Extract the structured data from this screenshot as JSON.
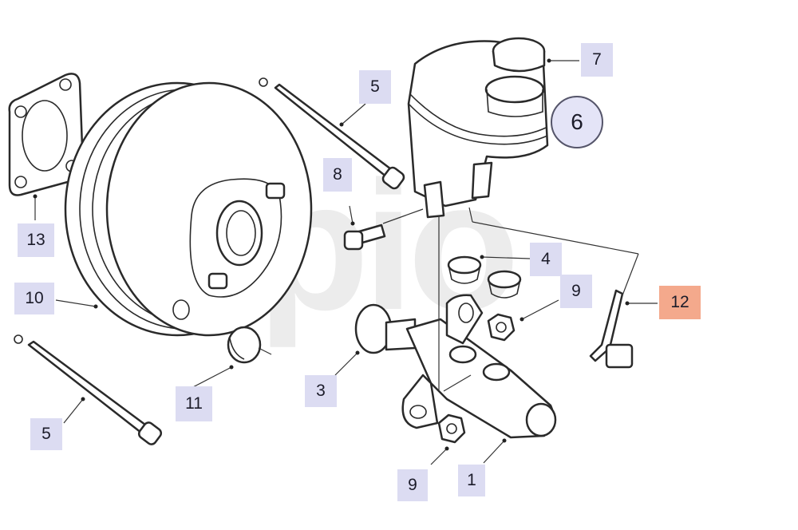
{
  "watermark": "opio",
  "callouts": [
    {
      "id": "c1",
      "label": "1"
    },
    {
      "id": "c3",
      "label": "3"
    },
    {
      "id": "c4",
      "label": "4"
    },
    {
      "id": "c5a",
      "label": "5"
    },
    {
      "id": "c5b",
      "label": "5"
    },
    {
      "id": "c6",
      "label": "6"
    },
    {
      "id": "c7",
      "label": "7"
    },
    {
      "id": "c8",
      "label": "8"
    },
    {
      "id": "c9a",
      "label": "9"
    },
    {
      "id": "c9b",
      "label": "9"
    },
    {
      "id": "c10",
      "label": "10"
    },
    {
      "id": "c11",
      "label": "11"
    },
    {
      "id": "c12",
      "label": "12"
    },
    {
      "id": "c13",
      "label": "13"
    }
  ],
  "colors": {
    "callout_bg": "#dcdcf2",
    "highlight_bg": "#f4a98c",
    "line": "#2a2a2a"
  }
}
